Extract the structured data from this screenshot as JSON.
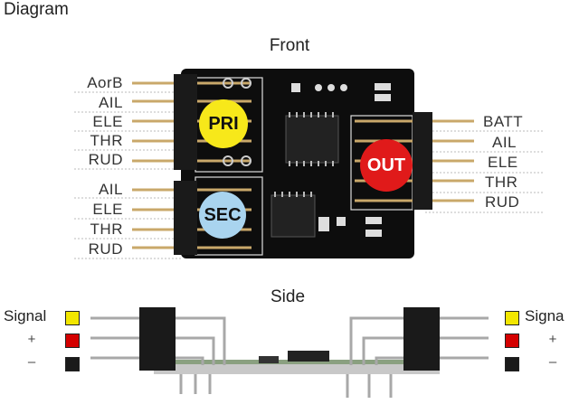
{
  "title": "Diagram",
  "front": {
    "heading": "Front",
    "pri_label": "PRI",
    "sec_label": "SEC",
    "out_label": "OUT",
    "pri_pins": [
      "AorB",
      "AIL",
      "ELE",
      "THR",
      "RUD"
    ],
    "sec_pins": [
      "AIL",
      "ELE",
      "THR",
      "RUD"
    ],
    "out_pins": [
      "BATT",
      "AIL",
      "ELE",
      "THR",
      "RUD"
    ]
  },
  "side": {
    "heading": "Side",
    "legend_left": [
      {
        "label": "Signal",
        "color": "#f2e600"
      },
      {
        "label": "+",
        "color": "#d40000"
      },
      {
        "label": "–",
        "color": "#1a1a1a"
      }
    ],
    "legend_right": [
      {
        "label": "Signa",
        "color": "#f2e600"
      },
      {
        "label": "+",
        "color": "#d40000"
      },
      {
        "label": "–",
        "color": "#1a1a1a"
      }
    ]
  },
  "colors": {
    "pri": "#f7e81a",
    "sec": "#a9d4ef",
    "out": "#e01a1a",
    "board": "#0d0d0d"
  }
}
